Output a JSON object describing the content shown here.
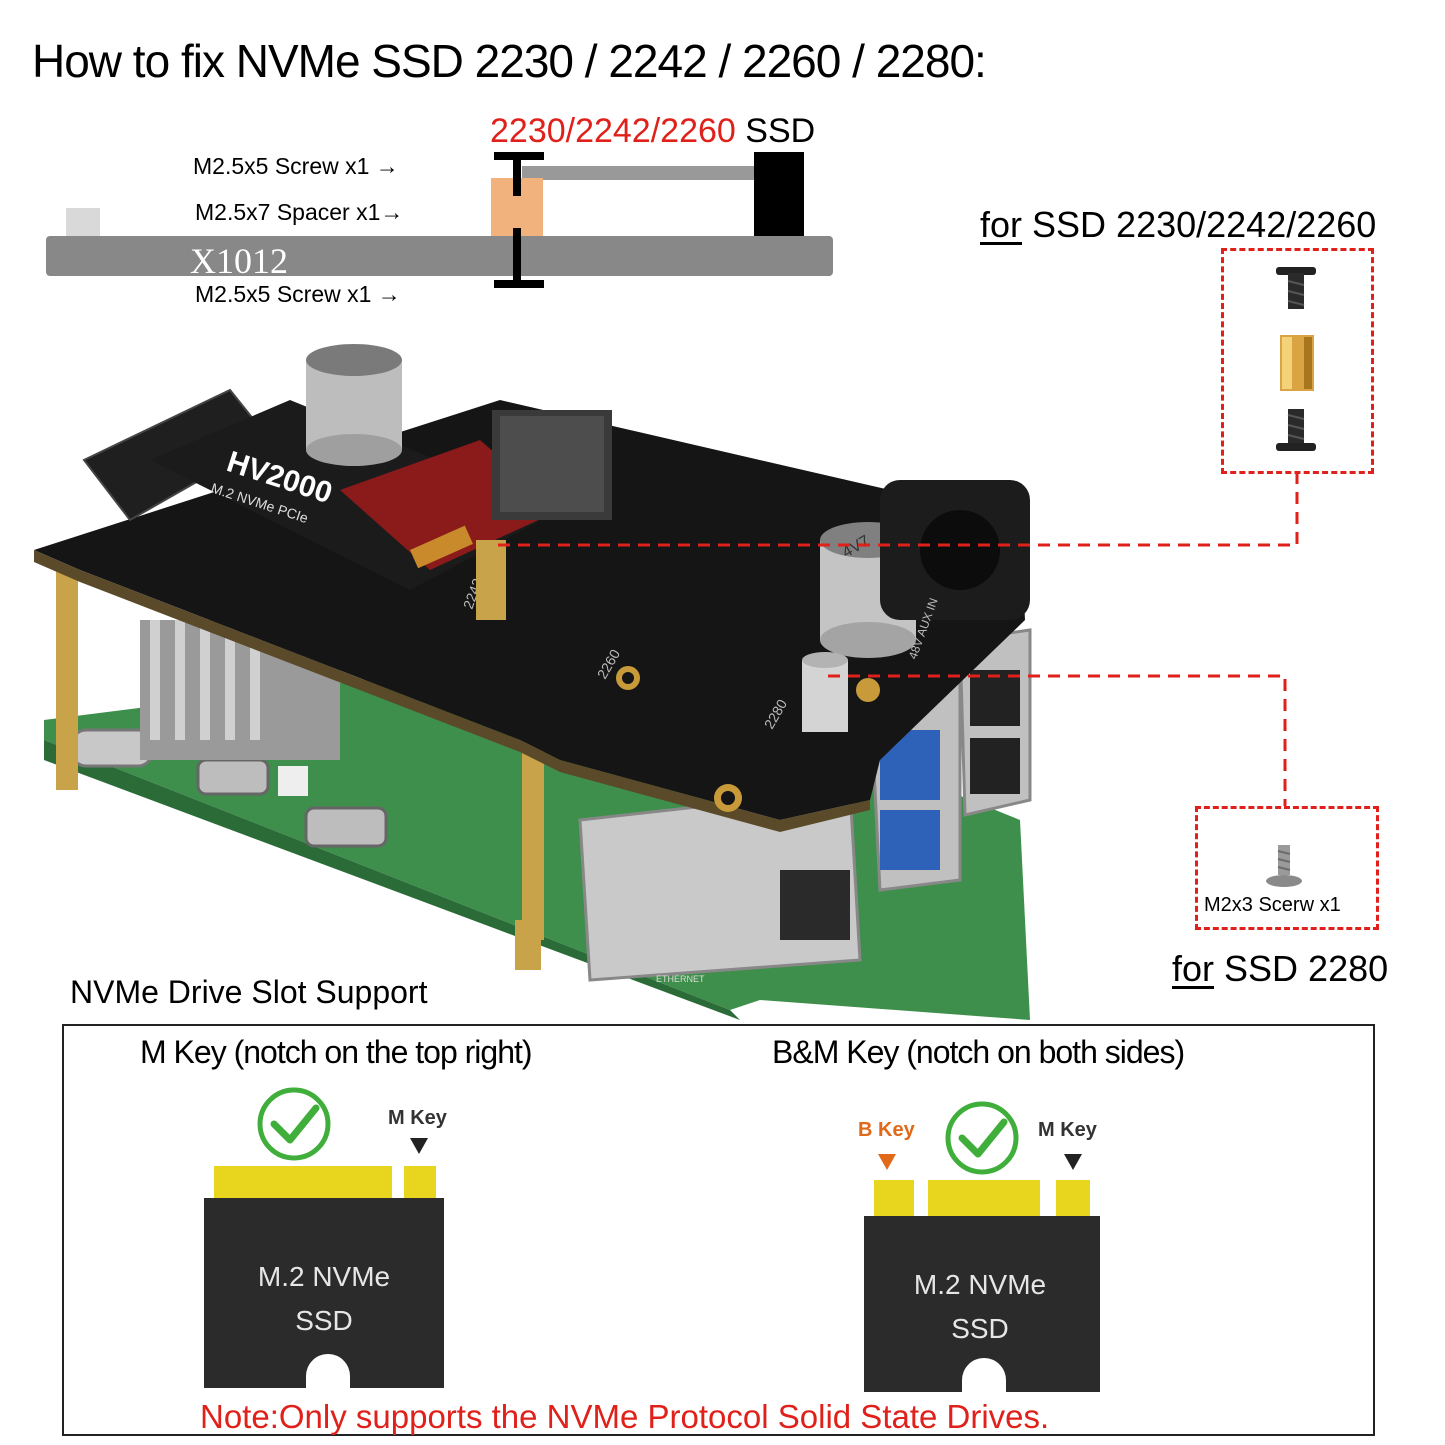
{
  "title": "How to fix NVMe SSD 2230 / 2242 / 2260 / 2280:",
  "diagram": {
    "ssd_sizes": "2230/2242/2260",
    "ssd_word": "SSD",
    "top_screw": "M2.5x5 Screw x1 →",
    "spacer": "M2.5x7 Spacer x1→",
    "bottom_screw": "M2.5x5 Screw x1 →",
    "board_name": "X1012"
  },
  "kit_a": {
    "for_word": "for",
    "label": "SSD 2230/2242/2260",
    "icons": [
      "screw-icon",
      "spacer-icon",
      "screw-icon"
    ]
  },
  "kit_b": {
    "for_word": "for",
    "label": "SSD 2280",
    "screw_text": "M2x3 Scerw x1",
    "icons": [
      "small-screw-icon"
    ]
  },
  "photo": {
    "ssd_brand": "HV2000",
    "ssd_subtitle": "M.2 NVMe PCIe",
    "cap_label": "4V7",
    "pos_2242": "2242",
    "pos_2260": "2260",
    "pos_2280": "2280",
    "aux_label": "48V AUX IN",
    "ethernet_label": "ETHERNET"
  },
  "support": {
    "section_title": "NVMe Drive Slot Support",
    "m_key_title": "M Key (notch on the top right)",
    "bm_key_title": "B&M Key (notch on both sides)",
    "m_key_tag": "M Key",
    "b_key_tag": "B Key",
    "card_line1": "M.2 NVMe",
    "card_line2": "SSD",
    "note": "Note:Only supports the NVMe Protocol Solid State Drives."
  },
  "colors": {
    "accent_red": "#e0201a",
    "b_key_orange": "#e06a1a",
    "check_green": "#3fae3a",
    "board_gray": "#888888",
    "spacer_tan": "#f2b27e",
    "gold_contacts": "#e8d51e",
    "pcb_green": "#3e8f4b"
  }
}
